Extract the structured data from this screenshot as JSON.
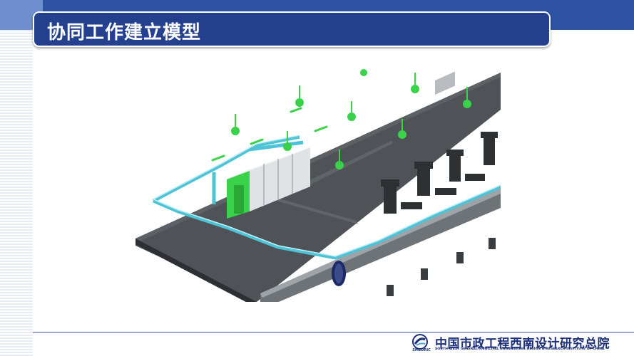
{
  "slide": {
    "title": "协同工作建立模型"
  },
  "footer": {
    "org_name_cn": "中国市政工程西南设计研究总院",
    "org_name_en": "SOUTH-WEST GENERAL MUNICIPAL ENGINEERING DESIGN & RESEARCH INSTITUTE OF CHINA",
    "logo_text": "SMEDRIC"
  },
  "colors": {
    "title_bar": "#25408f",
    "top_band": "#2e53a3",
    "platform": "#4f5357",
    "pipe_cyan": "#4ec3d6",
    "equipment_green": "#39d24a",
    "main_pipe": "#6e7378"
  },
  "icons": {
    "logo": "institute-logo-icon"
  }
}
